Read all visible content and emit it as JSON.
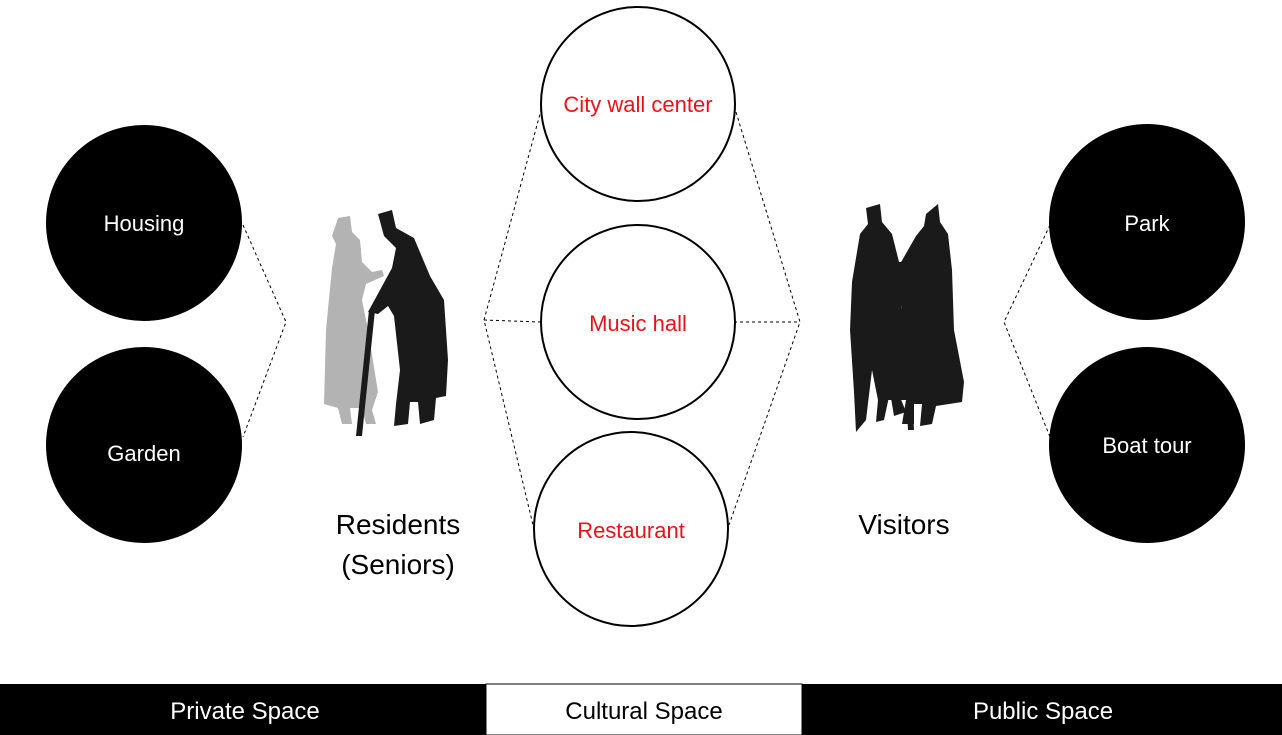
{
  "colors": {
    "private_fill": "#000000",
    "cultural_text": "#e8121c",
    "band_dark": "#000000",
    "band_light": "#ffffff",
    "senior_light": "#b3b3b3",
    "figure_dark": "#1a1a1a"
  },
  "private_nodes": [
    {
      "label": "Housing"
    },
    {
      "label": "Garden"
    }
  ],
  "cultural_nodes": [
    {
      "label": "City wall center"
    },
    {
      "label": "Music hall"
    },
    {
      "label": "Restaurant"
    }
  ],
  "public_nodes": [
    {
      "label": "Park"
    },
    {
      "label": "Boat tour"
    }
  ],
  "residents": {
    "line1": "Residents",
    "line2": "(Seniors)"
  },
  "visitors": {
    "label": "Visitors"
  },
  "bands": [
    {
      "label": "Private Space"
    },
    {
      "label": "Cultural Space"
    },
    {
      "label": "Public Space"
    }
  ]
}
